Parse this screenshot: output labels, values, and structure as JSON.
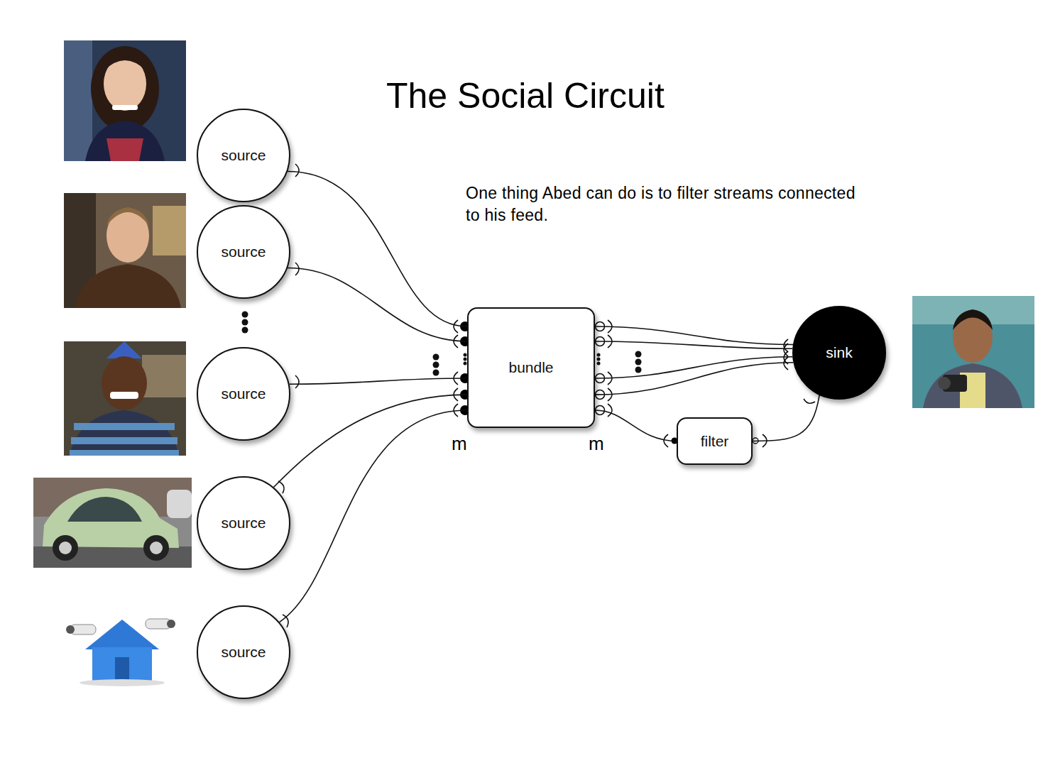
{
  "diagram": {
    "title": "The Social Circuit",
    "nodes": [
      {
        "text": [
          "source"
        ]
      },
      {
        "text": [
          "source"
        ]
      },
      {
        "text": [
          "source"
        ]
      },
      {
        "text": [
          "source"
        ]
      },
      {
        "text": [
          "source"
        ]
      },
      {
        "text": [
          "bundle"
        ]
      },
      {
        "text": [
          "sink"
        ]
      },
      {
        "text": [
          "filter"
        ]
      }
    ],
    "edges": [
      {
        "from": 0,
        "to": 5,
        "arrow": "none"
      },
      {
        "from": 1,
        "to": 5,
        "arrow": "none"
      },
      {
        "from": 2,
        "to": 5,
        "arrow": "none"
      },
      {
        "from": 3,
        "to": 5,
        "arrow": "none"
      },
      {
        "from": 4,
        "to": 5,
        "arrow": "none"
      },
      {
        "from": 5,
        "to": 6,
        "arrow": "none"
      },
      {
        "from": 5,
        "to": 6,
        "arrow": "none"
      },
      {
        "from": 5,
        "to": 6,
        "arrow": "none"
      },
      {
        "from": 5,
        "to": 6,
        "arrow": "none"
      },
      {
        "from": 5,
        "to": 7,
        "arrow": "none"
      },
      {
        "from": 7,
        "to": 6,
        "arrow": "none"
      }
    ],
    "labels": [
      "One thing Abed can do is to filter streams connected to his feed.",
      "m",
      "m"
    ]
  }
}
